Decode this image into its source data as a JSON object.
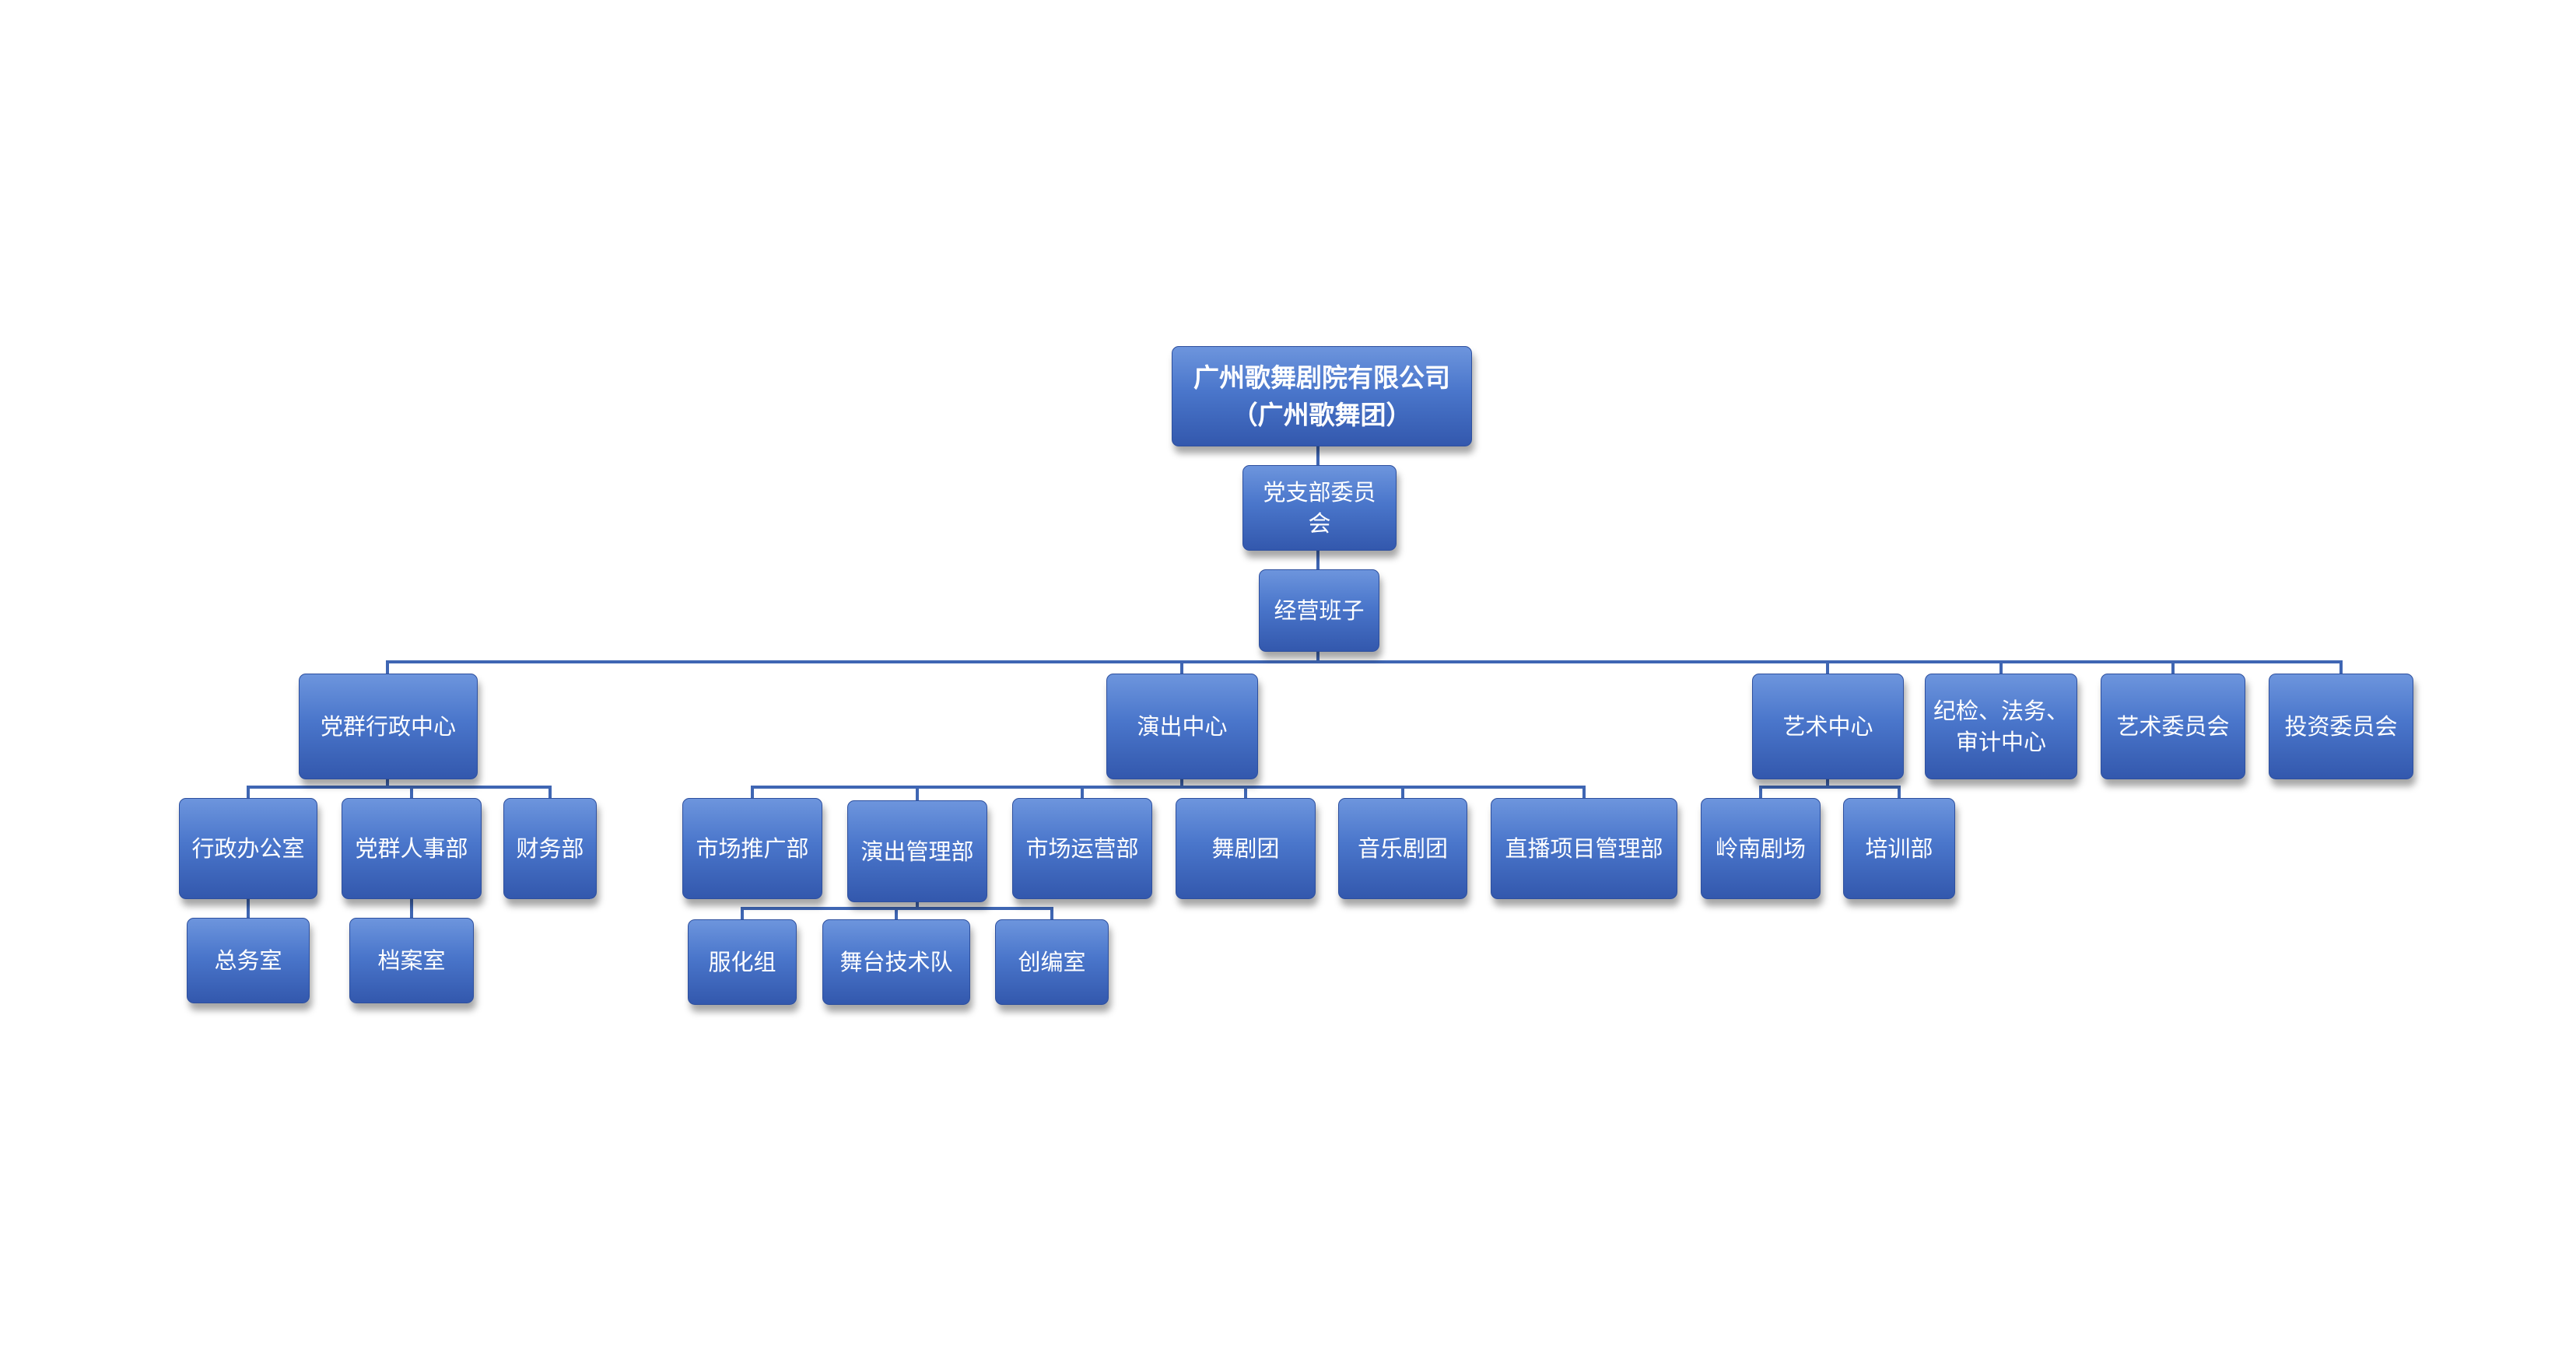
{
  "chart": {
    "root": "广州歌舞剧院有限公司\n（广州歌舞团）",
    "party_committee": "党支部委员\n会",
    "management": "经营班子",
    "centers": {
      "party_admin": "党群行政中心",
      "performance": "演出中心",
      "arts": "艺术中心",
      "discipline": "纪检、法务、\n审计中心",
      "art_committee": "艺术委员会",
      "investment": "投资委员会"
    },
    "party_admin_depts": {
      "admin_office": "行政办公室",
      "hr": "党群人事部",
      "finance": "财务部",
      "general_affairs": "总务室",
      "archives": "档案室"
    },
    "performance_depts": {
      "marketing": "市场推广部",
      "perf_management": "演出管理部",
      "market_ops": "市场运营部",
      "dance_troupe": "舞剧团",
      "music_troupe": "音乐剧团",
      "livestream": "直播项目管理部",
      "costume": "服化组",
      "stage_tech": "舞台技术队",
      "creative": "创编室"
    },
    "arts_depts": {
      "lingnan_theatre": "岭南剧场",
      "training": "培训部"
    }
  }
}
